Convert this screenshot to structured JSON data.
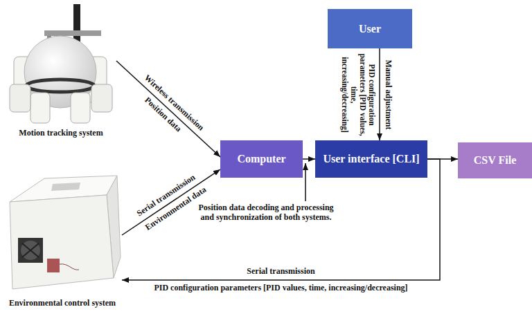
{
  "diagram": {
    "nodes": [
      {
        "text": [
          "Motion tracking system"
        ]
      },
      {
        "text": [
          "User"
        ]
      },
      {
        "text": [
          "Computer"
        ]
      },
      {
        "text": [
          "User interface [CLI]"
        ]
      },
      {
        "text": [
          "CSV File"
        ]
      },
      {
        "text": [
          "Environmental control system"
        ]
      }
    ],
    "edges": [
      {
        "from": 0,
        "to": 2,
        "arrow": "to",
        "label": "Wireless transmission"
      },
      {
        "from": 5,
        "to": 2,
        "arrow": "to",
        "label": "Serial transmission"
      },
      {
        "from": 2,
        "to": 3,
        "arrow": "to"
      },
      {
        "from": 1,
        "to": 3,
        "arrow": "to",
        "label": "Manual adjustment"
      },
      {
        "from": 3,
        "to": 4,
        "arrow": "to"
      },
      {
        "from": 3,
        "to": 5,
        "arrow": "to",
        "label": "Serial transmission"
      }
    ],
    "labels": [
      "Position data",
      "Environmental data",
      "PID configuration parameters [PID values, time, increasing/decreasing]",
      "Position data decoding and processing and synchronization of both systems.",
      "PID configuration parameters [PID values, time, increasing/decreasing]"
    ]
  }
}
